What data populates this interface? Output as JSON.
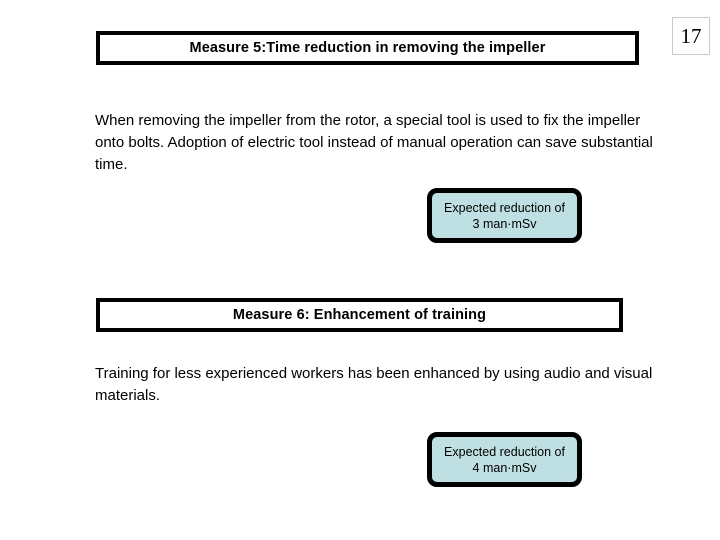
{
  "page": {
    "number": "17"
  },
  "sections": [
    {
      "heading": "Measure 5:Time reduction in removing the impeller",
      "body": "When removing the impeller from the rotor, a special tool is used to fix the impeller onto bolts. Adoption of electric tool instead of manual operation can save substantial time.",
      "callout": {
        "line1": "Expected reduction of",
        "line2": "3 man·mSv"
      }
    },
    {
      "heading": "Measure 6: Enhancement of training",
      "body": "Training for less experienced workers has been enhanced by using audio and visual materials.",
      "callout": {
        "line1": "Expected reduction of",
        "line2": "4 man·mSv"
      }
    }
  ],
  "colors": {
    "callout_fill": "#bfe0e2",
    "border": "#000000",
    "page_box_border": "#c9c9c9",
    "text": "#000000",
    "background": "#ffffff"
  }
}
